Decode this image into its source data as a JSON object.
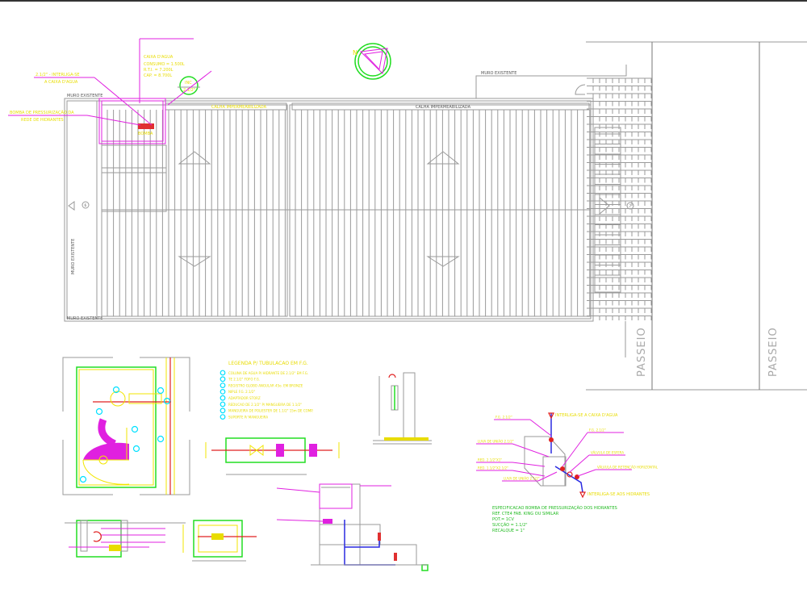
{
  "colors": {
    "background": "#ffffff",
    "walls": "#9a9a9a",
    "yellow": "#f2e600",
    "magenta": "#e020e0",
    "green": "#22dd22",
    "blue": "#2a2ae0",
    "red": "#e02020",
    "cyan": "#00e0ff"
  },
  "plan": {
    "muro_existente": "MURO EXISTENTE",
    "calha": "CALHA IMPERMEABILIZADA",
    "passeio": "PASSEIO",
    "caixa_title": "CAIXA D'AGUA",
    "caixa_lines": [
      "CONSUMO = 1.500L",
      "R.T.I. = 7.200L",
      "CAP. = 8.700L"
    ],
    "interliga": "2.1/2\" - INTERLIGA-SE",
    "interliga2": "A CAIXA D'AGUA",
    "bomba_label": "BOMBA DE PRESSURIZAÇÃO DA",
    "bomba_label2": "REDE DE HIDRANTES",
    "bomba": "BOMBA",
    "inc": "INC",
    "inc_size": "2.1/2\"",
    "marker_left": "6",
    "marker_right": "7",
    "north": "N"
  },
  "legend": {
    "title": "LEGENDA P/ TUBULACAO EM F.G.",
    "items": [
      "COLUNA DE AGUA P/ HIDRANTE DE 2.1/2\" EM F.G.",
      "TE 2.1/2\" FOFO F.G.",
      "REGISTRO GLOBO ANGULAR 45o. EM BRONZE",
      "NIPLE F.G. 2.1/2\"",
      "ADAPTADOR STORZ",
      "REDUCAO DE 2.1/2\" P/ MANGUEIRA DE 1.1/2\"",
      "MANGUEIRA DE POLIESTER DE 1.1/2\" 15m DE COMP.",
      "SUPORTE P/ MANGUEIRA"
    ]
  },
  "pump_detail": {
    "top_note": "INTERLIGA-SE A CAIXA D'AGUA",
    "bottom_note": "INTERLIGA-SE AOS HIDRANTES",
    "labels": [
      "F.G. 2.1/2\"",
      "LUVA DE UNIÃO 2.1/2\"",
      "RED. 2.1/2\"X1\"",
      "RED. 1.1/2\"X2.1/2\"",
      "LUVA DE UNIÃO 2.1/2\"",
      "F.G. 2.1/2\"",
      "VÁLVULA DE ESFERA",
      "VÁLVULA DE RETENÇÃO HORIZONTAL"
    ],
    "spec": [
      "ESPECIFICACAO BOMBA DE PRESSURIZAÇÃO DOS HIDRANTES",
      "REF. CTE4 FAB. KING OU SIMILAR",
      "POT.= 1CV",
      "SUCÇÃO = 1.1/2\"",
      "RECALQUE = 1\""
    ]
  }
}
